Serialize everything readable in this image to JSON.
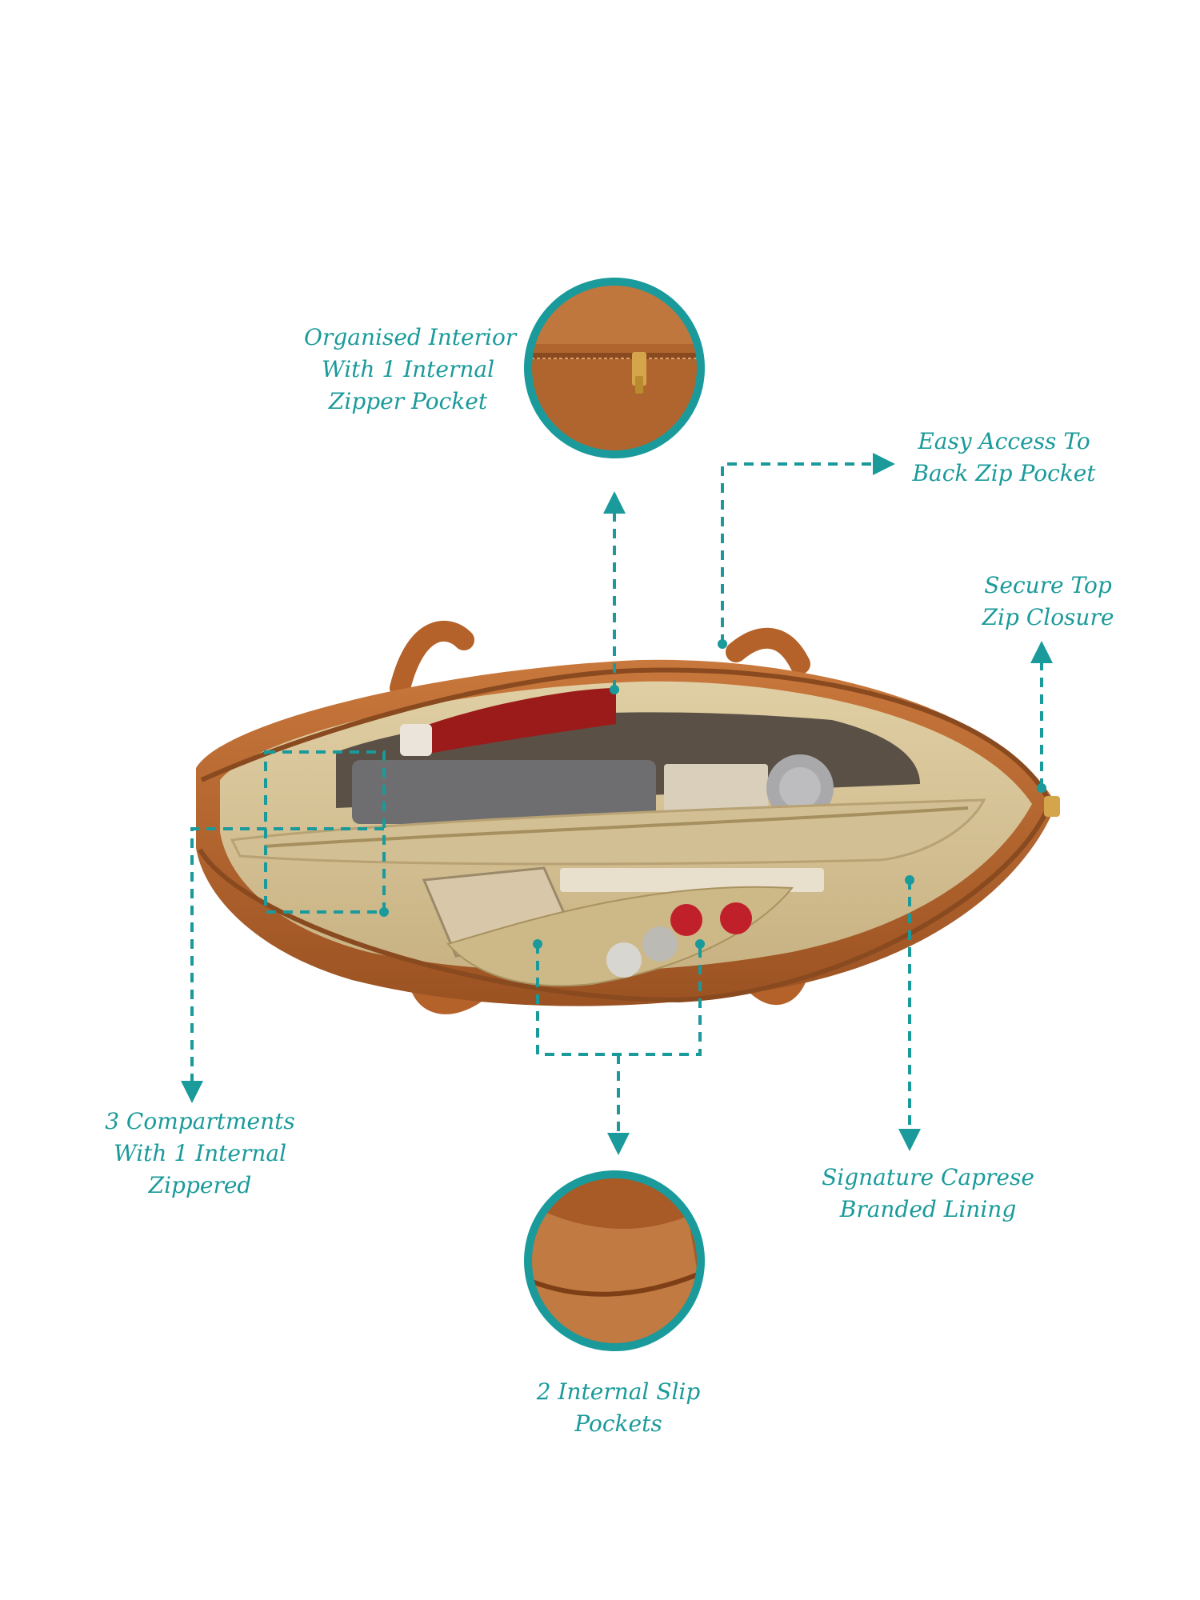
{
  "accent_color": "#1a9a9a",
  "leather_color": "#b4622a",
  "lining_color": "#d8c49a",
  "callouts": {
    "organised_interior": [
      "Organised Interior",
      "With 1 Internal",
      "Zipper Pocket"
    ],
    "back_zip_pocket": [
      "Easy Access To",
      "Back Zip Pocket"
    ],
    "top_zip_closure": [
      "Secure Top",
      "Zip Closure"
    ],
    "compartments": [
      "3 Compartments",
      "With 1 Internal",
      "Zippered"
    ],
    "branded_lining": [
      "Signature Caprese",
      "Branded Lining"
    ],
    "slip_pockets": [
      "2 Internal Slip",
      "Pockets"
    ]
  },
  "detail_images": [
    {
      "name": "internal-zipper-pocket-closeup"
    },
    {
      "name": "internal-slip-pocket-closeup"
    }
  ],
  "main_image": "open-tote-bag-top-view"
}
